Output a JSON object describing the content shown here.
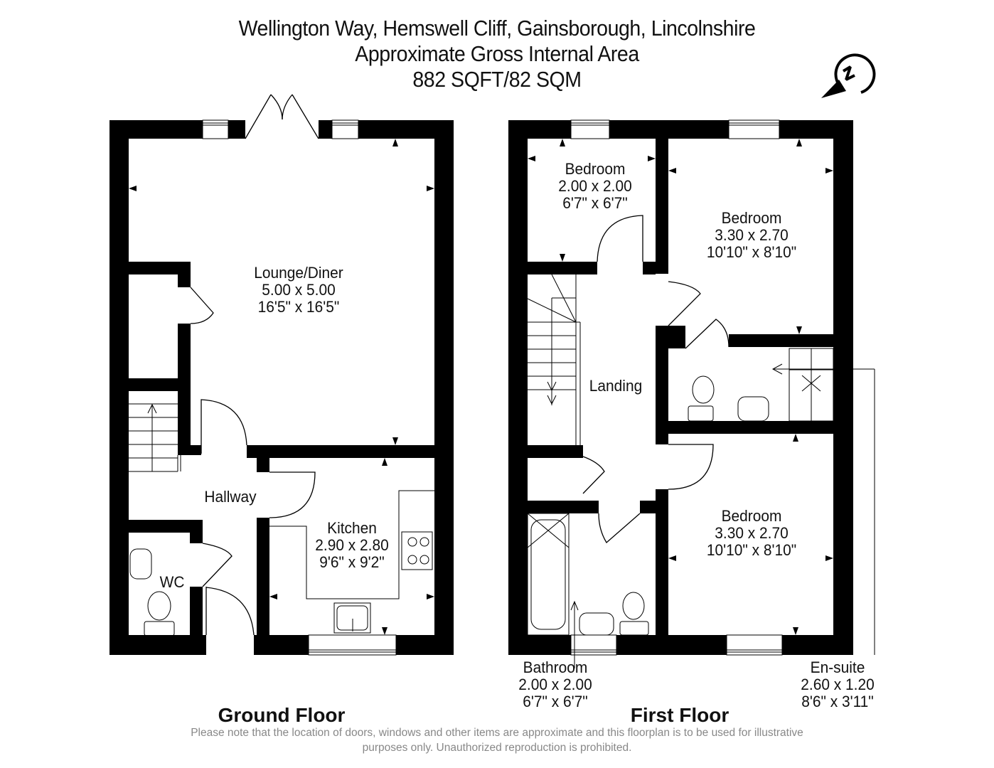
{
  "header": {
    "address": "Wellington Way, Hemswell Cliff, Gainsborough, Lincolnshire",
    "subtitle": "Approximate Gross Internal Area",
    "area": "882 SQFT/82 SQM",
    "compass_icon": "north-arrow-icon"
  },
  "ground_floor": {
    "label": "Ground Floor",
    "rooms": [
      {
        "name": "Lounge/Diner",
        "metric": "5.00 x 5.00",
        "imperial": "16'5\" x 16'5\""
      },
      {
        "name": "Hallway"
      },
      {
        "name": "Kitchen",
        "metric": "2.90 x 2.80",
        "imperial": "9'6\" x 9'2\""
      },
      {
        "name": "WC"
      }
    ]
  },
  "first_floor": {
    "label": "First Floor",
    "rooms": [
      {
        "name": "Bedroom",
        "metric": "2.00 x 2.00",
        "imperial": "6'7\" x 6'7\""
      },
      {
        "name": "Bedroom",
        "metric": "3.30 x 2.70",
        "imperial": "10'10\" x 8'10\""
      },
      {
        "name": "Landing"
      },
      {
        "name": "Bedroom",
        "metric": "3.30 x 2.70",
        "imperial": "10'10\" x 8'10\""
      },
      {
        "name": "Bathroom",
        "metric": "2.00 x 2.00",
        "imperial": "6'7\" x 6'7\""
      },
      {
        "name": "En-suite",
        "metric": "2.60 x 1.20",
        "imperial": "8'6\" x 3'11\""
      }
    ]
  },
  "disclaimer": {
    "line1": "Please note that the location of doors, windows and other items are approximate and this floorplan is to be used for illustrative",
    "line2": "purposes only. Unauthorized reproduction is prohibited."
  },
  "colors": {
    "wall": "#000000",
    "background": "#ffffff",
    "disclaimer": "#888888"
  }
}
